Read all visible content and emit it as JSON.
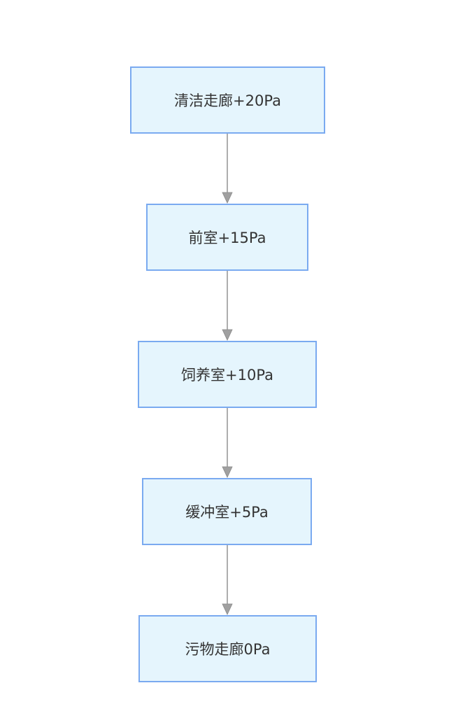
{
  "diagram": {
    "type": "flowchart",
    "direction": "top-down",
    "colors": {
      "node_fill": "#e5f5fd",
      "node_border": "#7aaaf0",
      "node_text": "#333333",
      "edge": "#9a9a9a",
      "background": "#ffffff"
    },
    "nodes": [
      {
        "id": "n1",
        "label": "清洁走廊+20Pa"
      },
      {
        "id": "n2",
        "label": "前室+15Pa"
      },
      {
        "id": "n3",
        "label": "饲养室+10Pa"
      },
      {
        "id": "n4",
        "label": "缓冲室+5Pa"
      },
      {
        "id": "n5",
        "label": "污物走廊0Pa"
      }
    ],
    "edges": [
      {
        "from": "n1",
        "to": "n2"
      },
      {
        "from": "n2",
        "to": "n3"
      },
      {
        "from": "n3",
        "to": "n4"
      },
      {
        "from": "n4",
        "to": "n5"
      }
    ]
  }
}
